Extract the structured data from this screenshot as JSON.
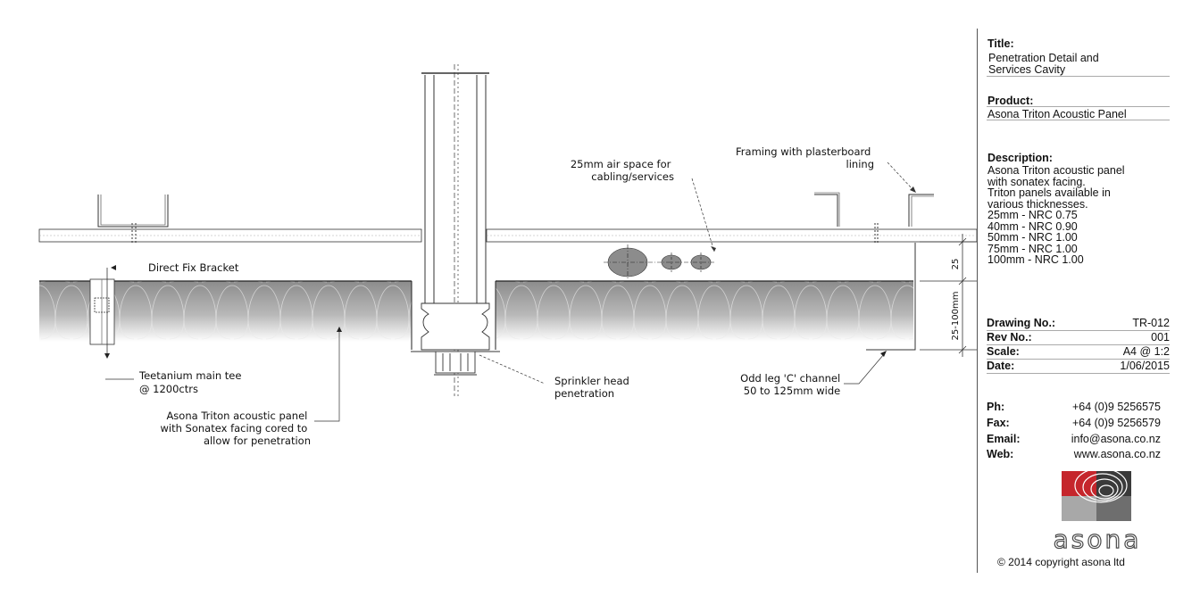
{
  "annotations": {
    "air_space": [
      "25mm air space for",
      "cabling/services"
    ],
    "framing": [
      "Framing with plasterboard",
      "lining"
    ],
    "bracket": "Direct Fix Bracket",
    "main_tee": [
      "Teetanium main tee",
      "@ 1200ctrs"
    ],
    "panel": [
      "Asona Triton acoustic panel",
      "with Sonatex facing cored to",
      "allow for penetration"
    ],
    "sprinkler": [
      "Sprinkler head",
      "penetration"
    ],
    "channel": [
      "Odd leg 'C' channel",
      "50 to 125mm wide"
    ],
    "dim_25": "25",
    "dim_range": "25-100mm"
  },
  "title_block": {
    "title_label": "Title:",
    "title_lines": [
      "Penetration Detail and",
      "Services Cavity"
    ],
    "product_label": "Product:",
    "product": "Asona Triton Acoustic Panel",
    "description_label": "Description:",
    "description_lines": [
      "Asona Triton acoustic panel",
      "with sonatex facing.",
      "Triton panels available in",
      "various thicknesses.",
      "25mm - NRC 0.75",
      "40mm - NRC 0.90",
      "50mm - NRC 1.00",
      "75mm - NRC 1.00",
      "100mm - NRC 1.00"
    ],
    "drawing_no_label": "Drawing No.:",
    "drawing_no": "TR-012",
    "rev_no_label": "Rev No.:",
    "rev_no": "001",
    "scale_label": "Scale:",
    "scale": "A4 @ 1:2",
    "date_label": "Date:",
    "date": "1/06/2015",
    "ph_label": "Ph:",
    "ph": "+64 (0)9 5256575",
    "fax_label": "Fax:",
    "fax": "+64 (0)9 5256579",
    "email_label": "Email:",
    "email": "info@asona.co.nz",
    "web_label": "Web:",
    "web": "www.asona.co.nz",
    "logo_text": "asona",
    "copyright": "© 2014 copyright asona ltd"
  },
  "colors": {
    "logo_red": "#c5262c",
    "logo_dark": "#3a3a3a",
    "logo_gray": "#a8a8a8",
    "logo_mid": "#6e6e6e",
    "insulation_dark": "#8c8c8c"
  }
}
